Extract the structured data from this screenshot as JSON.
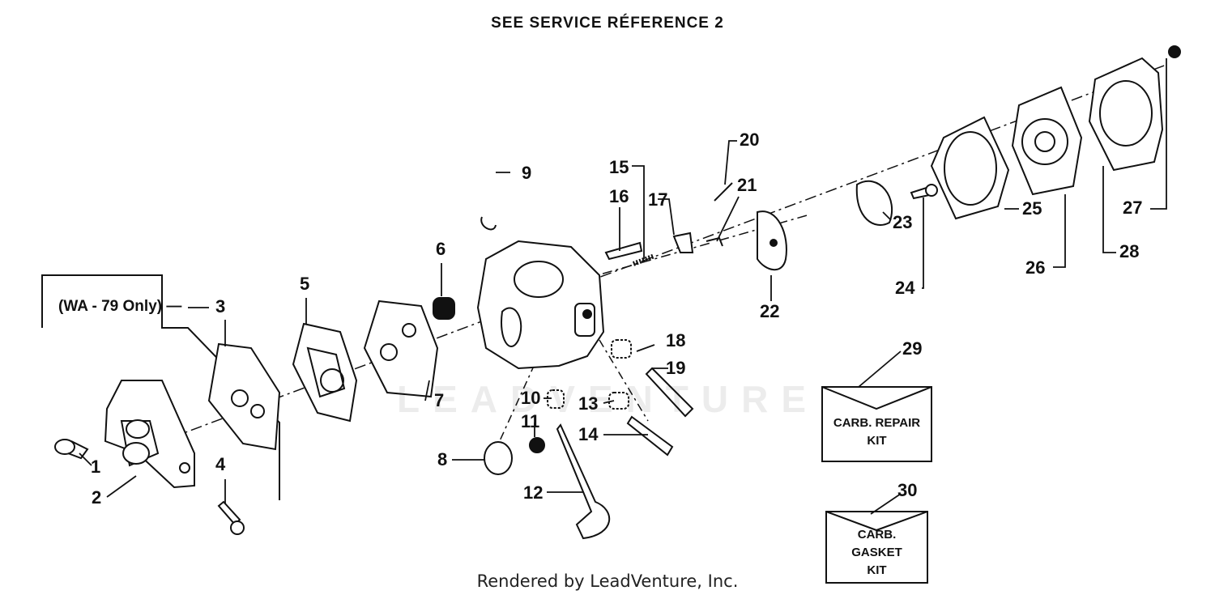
{
  "title": "SEE SERVICE RÉFERENCE 2",
  "footer": "Rendered by LeadVenture, Inc.",
  "watermark": "LEADVENTURE",
  "note": "(WA - 79 Only) —",
  "kits": {
    "repair": {
      "line1": "CARB. REPAIR",
      "line2": "KIT"
    },
    "gasket": {
      "line1": "CARB.",
      "line2": "GASKET",
      "line3": "KIT"
    }
  },
  "callouts": [
    "1",
    "2",
    "3",
    "4",
    "5",
    "6",
    "7",
    "8",
    "9",
    "10",
    "11",
    "12",
    "13",
    "14",
    "15",
    "16",
    "17",
    "18",
    "19",
    "20",
    "21",
    "22",
    "23",
    "24",
    "25",
    "26",
    "27",
    "28",
    "29",
    "30"
  ]
}
